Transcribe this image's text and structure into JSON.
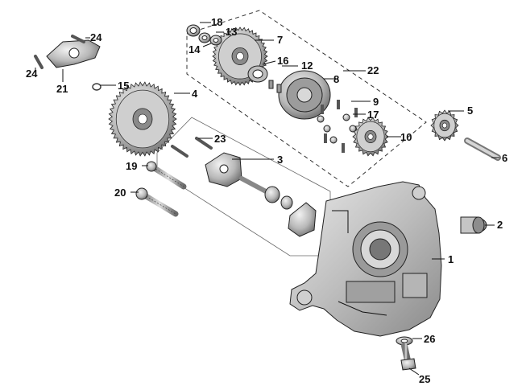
{
  "diagram": {
    "callouts": {
      "c1": "1",
      "c2": "2",
      "c3": "3",
      "c4": "4",
      "c5": "5",
      "c6": "6",
      "c7": "7",
      "c8": "8",
      "c9": "9",
      "c10": "10",
      "c12": "12",
      "c13": "13",
      "c14": "14",
      "c15": "15",
      "c16": "16",
      "c17": "17",
      "c18": "18",
      "c19": "19",
      "c20": "20",
      "c21": "21",
      "c22": "22",
      "c23": "23",
      "c24a": "24",
      "c24b": "24",
      "c25": "25",
      "c26": "26"
    },
    "colors": {
      "line": "#222222",
      "metal_light": "#d9d9d9",
      "metal_mid": "#a8a8a8",
      "metal_dark": "#5a5a5a",
      "background": "#ffffff"
    }
  }
}
